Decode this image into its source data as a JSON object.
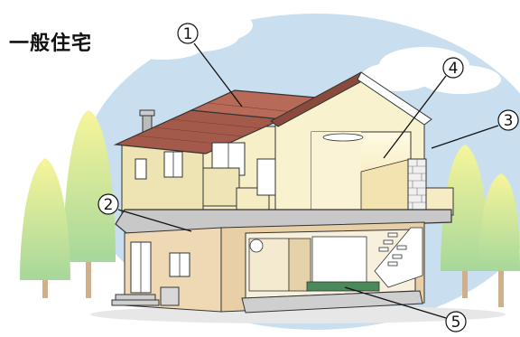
{
  "title": "一般住宅",
  "callouts": [
    {
      "id": "1",
      "label": "①"
    },
    {
      "id": "2",
      "label": "②"
    },
    {
      "id": "3",
      "label": "③"
    },
    {
      "id": "4",
      "label": "④"
    },
    {
      "id": "5",
      "label": "⑤"
    }
  ],
  "colors": {
    "sky": "#c9dff0",
    "cloud": "#ffffff",
    "tree_top": "#f4f3a0",
    "tree_bottom": "#a9d8a0",
    "roof": "#a35a4a",
    "upper_wall": "#f7efc8",
    "lower_wall": "#e8cfa6",
    "slab": "#c8c8c8",
    "floor": "#4a8a5a",
    "outline": "#333333"
  }
}
